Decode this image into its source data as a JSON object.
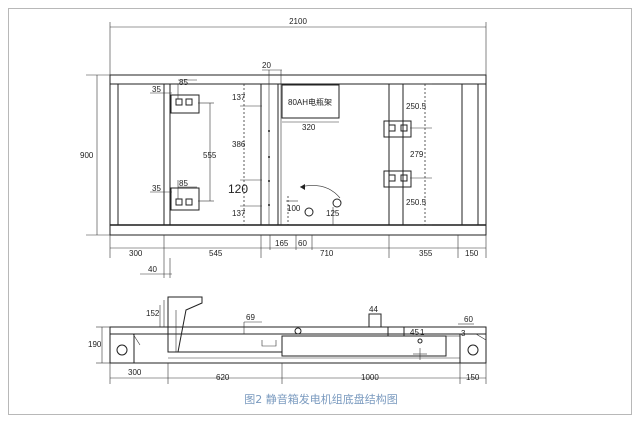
{
  "top_view": {
    "overall_width": "2100",
    "overall_height": "900",
    "dims_left": {
      "w35_top": "35",
      "w85_top": "85",
      "h555": "555",
      "w35_bottom": "35",
      "w85_bottom": "85"
    },
    "dims_center": {
      "w20": "20",
      "h137_top": "137",
      "h386": "386",
      "w120": "120",
      "h137_bottom": "137",
      "w100": "100",
      "w125": "125"
    },
    "battery_label": "80AH电瓶架",
    "battery_width": "320",
    "dims_right": {
      "h250_5_top": "250.5",
      "h279": "279",
      "h250_5_bottom": "250.5"
    },
    "bottom_dims": [
      "300",
      "545",
      "710",
      "355",
      "150"
    ],
    "bottom_inner": {
      "w165": "165",
      "w60": "60"
    },
    "w40": "40"
  },
  "side_view": {
    "h190": "190",
    "h152": "152",
    "w69": "69",
    "w44": "44",
    "w60": "60",
    "h3": "3",
    "w45": "45",
    "w1": "1",
    "bottom_dims": [
      "300",
      "620",
      "1000",
      "150"
    ]
  },
  "caption": "图2 静音箱发电机组底盘结构图"
}
